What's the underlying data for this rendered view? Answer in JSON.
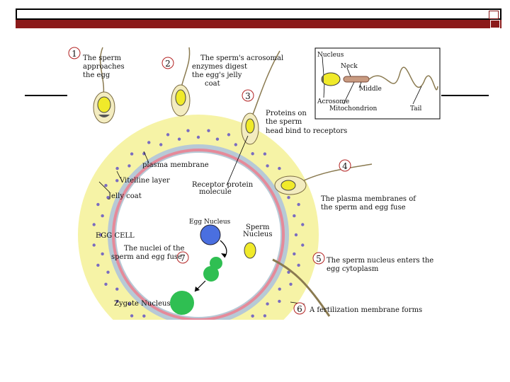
{
  "steps": {
    "s1": {
      "num": "1",
      "lines": [
        "The sperm",
        "approaches",
        "the egg"
      ]
    },
    "s2": {
      "num": "2",
      "lines": [
        "The sperm's acrosomal",
        "enzymes digest",
        "the egg's jelly",
        "coat"
      ]
    },
    "s3": {
      "num": "3",
      "lines": [
        "Proteins on",
        "the sperm",
        "head bind to receptors"
      ]
    },
    "s4": {
      "num": "4",
      "lines": [
        "The plasma membranes of",
        "the sperm and egg fuse"
      ]
    },
    "s5": {
      "num": "5",
      "lines": [
        "The sperm nucleus enters the",
        "egg cytoplasm"
      ]
    },
    "s6": {
      "num": "6",
      "lines": [
        "A fertilization membrane forms"
      ]
    },
    "s7": {
      "num": "7",
      "lines": [
        "The nuclei of the",
        "sperm and egg fuse"
      ]
    }
  },
  "labels": {
    "plasma_membrane": "plasma membrane",
    "vitelline_layer": "Vitelline layer",
    "jelly_coat": "Jelly coat",
    "receptor_protein": [
      "Receptor protein",
      "molecule"
    ],
    "egg_cell": "EGG CELL",
    "egg_nucleus": "Egg Nucleus",
    "sperm_nucleus": [
      "Sperm",
      "Nucleus"
    ],
    "zygote_nucleus": "Zygote Nucleus"
  },
  "inset": {
    "nucleus": "Nucleus",
    "neck": "Neck",
    "middle": "Middle",
    "acrosome": "Acrosome",
    "mitochondrion": "Mitochondrion",
    "tail": "Tail"
  },
  "colors": {
    "jelly": "#f6f3a6",
    "vitelline": "#b7c9d6",
    "membrane": "#e58a9a",
    "cytoplasm": "#ffffff",
    "egg_nucleus": "#4a6fe0",
    "zygote": "#2fbf52",
    "sperm_head": "#f0ea2a",
    "sperm_body": "#f3ecc0",
    "step_number": "#b22222",
    "dots": "#7a6cc0"
  }
}
